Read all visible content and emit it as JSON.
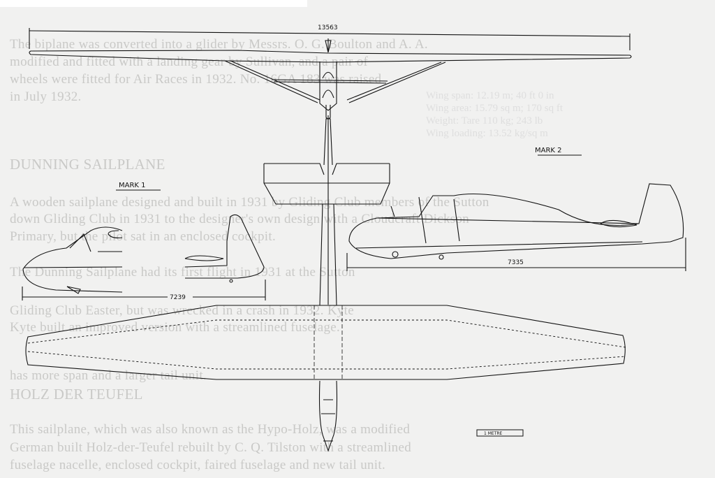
{
  "background_text": [
    "The biplane was converted into a glider by Messrs. O. G. Boulton and A. A.",
    "modified and fitted with a landing gear by Sullivan, and a pair of",
    "wheels were fitted for Air Races in 1932. No. 16GA 183 was raised",
    "in July 1932.",
    "DUNNING SAILPLANE",
    "A wooden sailplane designed and built in 1931 by Gliding Club members of the Sutton",
    "down Gliding Club in 1931 to the designer's own design with a Cloudcraft Dickson",
    "Primary, but the pilot sat in an enclosed cockpit.",
    "The Dunning Sailplane had its first flight in 1931 at the Sutton",
    "Gliding Club Easter, but was wrecked in a crash in 1932. Kyte",
    "Kyte built an improved version with a streamlined fuselage.",
    "has more span and a larger tail unit.",
    "HOLZ DER TEUFEL",
    "This sailplane, which was also known as the Hypo-Holz, was a modified",
    "German built Holz-der-Teufel rebuilt by C. Q. Tilston with a streamlined",
    "fuselage nacelle, enclosed cockpit, faired fuselage and new tail unit."
  ],
  "specs_text": [
    "Wing span: 12.19 m; 40 ft 0 in",
    "Wing area: 15.79 sq m; 170 sq ft",
    "Weight: Tare 110 kg; 243 lb",
    "Wing loading: 13.52 kg/sq m"
  ],
  "drawing": {
    "span_dimension": "13563",
    "mark1_label": "MARK 1",
    "mark1_length": "7239",
    "mark2_label": "MARK 2",
    "mark2_length": "7335",
    "scale_label": "1 METRE"
  }
}
